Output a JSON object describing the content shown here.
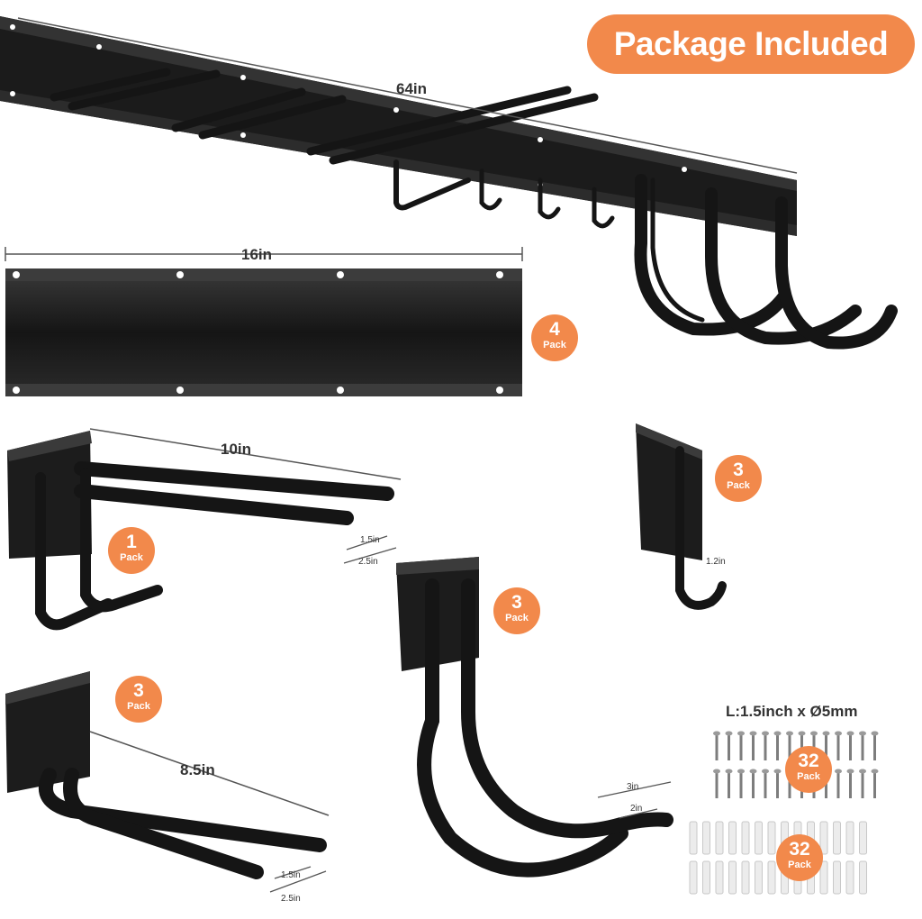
{
  "header": {
    "title": "Package Included"
  },
  "dimensions": {
    "rail_long": "64in",
    "rail_panel": "16in",
    "double_hook_length": "10in",
    "double_hook_gap_inner": "1.5in",
    "double_hook_gap_outer": "2.5in",
    "utility_hook_length": "8.5in",
    "utility_hook_gap_inner": "1.5in",
    "utility_hook_gap_outer": "2.5in",
    "bike_hook_outer": "3in",
    "bike_hook_inner": "2in",
    "j_hook_opening": "1.2in"
  },
  "badges": {
    "panel": {
      "count": "4",
      "unit": "Pack"
    },
    "double_hook": {
      "count": "1",
      "unit": "Pack"
    },
    "utility_hook": {
      "count": "3",
      "unit": "Pack"
    },
    "bike_hook": {
      "count": "3",
      "unit": "Pack"
    },
    "j_hook": {
      "count": "3",
      "unit": "Pack"
    },
    "screws": {
      "count": "32",
      "unit": "Pack"
    },
    "anchors": {
      "count": "32",
      "unit": "Pack"
    }
  },
  "hardware": {
    "spec": "L:1.5inch x Ø5mm"
  },
  "colors": {
    "accent": "#f2894b",
    "metal": "#1a1a1a",
    "foam": "#232323"
  }
}
